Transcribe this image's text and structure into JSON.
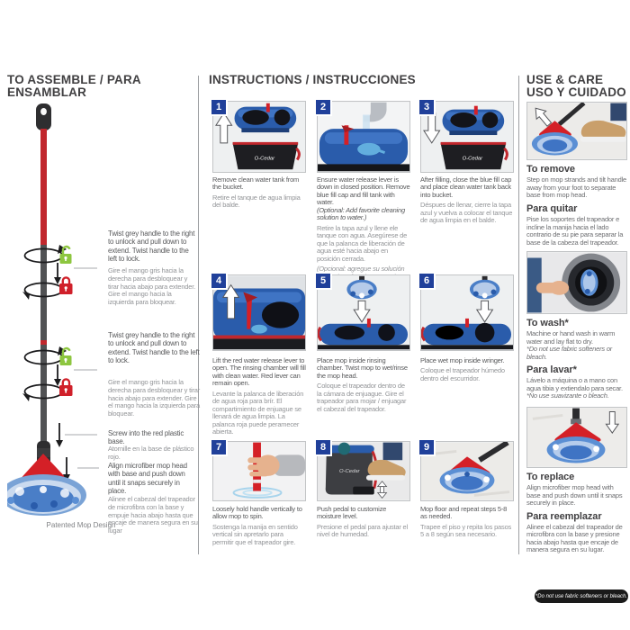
{
  "brand": {
    "logo": "O-Cedar"
  },
  "colors": {
    "accent_red": "#d42027",
    "brand_blue": "#2a5cab",
    "badge_blue": "#20409a",
    "unlock_green": "#8dc63f",
    "lock_red": "#d0202a",
    "text_dark": "#414042",
    "text_gray": "#58595b",
    "text_light": "#939598"
  },
  "icons": {
    "unlock": "open-padlock",
    "lock": "closed-padlock",
    "rotate": "rotation-arrow",
    "up": "up-arrow",
    "down": "down-arrow"
  },
  "assemble": {
    "title": "TO ASSEMBLE / PARA ENSAMBLAR",
    "patent_caption": "Patented Mop Design",
    "notes": [
      {
        "en": "Twist grey handle to the right to unlock and pull down to extend. Twist handle to the left to lock.",
        "es": "Gire el mango gris hacia la derecha para desbloquear y tirar hacia abajo para extender. Gire el mango hacia la izquierda para bloquear."
      },
      {
        "en": "Twist grey handle to the right to unlock and pull down to extend. Twist handle to the left to lock.",
        "es": "Gire el mango gris hacia la derecha para desbloquear y tirar hacia abajo para extender. Gire el mango hacia la izquierda para bloquear."
      },
      {
        "en": "Screw into the red plastic base.",
        "es": "Atornille en la base de plástico rojo."
      },
      {
        "en": "Align microfiber mop head with base and push down until it snaps securely in place.",
        "es": "Alinee el cabezal del trapeador de microfibra con la base y empuje hacia abajo hasta que encaje de manera segura en su lugar"
      }
    ]
  },
  "instructions": {
    "title": "INSTRUCTIONS / INSTRUCCIONES",
    "steps": [
      {
        "num": "1",
        "en": "Remove clean water tank from the bucket.",
        "es": "Retire el tanque de agua limpia del balde."
      },
      {
        "num": "2",
        "en": "Ensure water release lever is down in closed position. Remove blue fill cap and fill tank with water.",
        "en_note": "(Optional: Add favorite cleaning solution to water.)",
        "es": "Retire la tapa azul y llene ele tanque con agua. Asegúrese de que la palanca de liberación de agua esté hacia abajo en posición cerrada.",
        "es_note": "(Opcional: agregue su solución de limpieza favorita a agua.)"
      },
      {
        "num": "3",
        "en": "After filling, close the blue fill cap and place clean water tank back into bucket.",
        "es": "Déspues de llenar, cierre la tapa azul y vuelva a colocar el tanque de agua limpia en el balde."
      },
      {
        "num": "4",
        "en": "Lift the red water release lever to open. The rinsing chamber will fill with clean water. Red lever can remain open.",
        "es": "Levante la palanca de liberación de agua roja para brír. El compartimiento de enjuague se llenará de agua limpia. La palanca roja puede peramecer abierta."
      },
      {
        "num": "5",
        "en": "Place mop inside rinsing chamber. Twist mop to wet/rinse the mop head.",
        "es": "Coloque el trapeador dentro de la cámara de enjuague. Gire el trapeador para mojar / enjuagar el cabezal del trapeador."
      },
      {
        "num": "6",
        "en": "Place wet mop inside wringer.",
        "es": "Coloque el trapeador húmedo dentro del escurridor."
      },
      {
        "num": "7",
        "en": "Loosely hold handle vertically to allow mop to spin.",
        "es": "Sostenga la manija en sentido vertical sin apretarlo para permitir que el trapeador gire."
      },
      {
        "num": "8",
        "en": "Push pedal to customize moisture level.",
        "es": "Presione el pedal para ajustar el nivel de humedad."
      },
      {
        "num": "9",
        "en": "Mop floor and repeat steps 5-8 as needed.",
        "es": "Trapee el piso y repita los pasos 5 a 8 según sea necesario."
      }
    ]
  },
  "usecare": {
    "title_line1": "USE & CARE",
    "title_line2": "USO Y CUIDADO",
    "sections": [
      {
        "en_head": "To remove",
        "en": "Step on mop strands and tilt handle away from your foot to separate base from mop head.",
        "es_head": "Para quitar",
        "es": "Pise los soportes del trapeador e incline la manija hacia el lado contrario de su pie para separar la base de la cabeza del trapeador."
      },
      {
        "en_head": "To wash*",
        "en": "Machine or hand wash in warm water and lay flat to dry.",
        "en_note": "*Do not use fabric softeners or bleach.",
        "es_head": "Para lavar*",
        "es": "Lávelo a máquina o a mano con agua tibia y extiendalo para secar.",
        "es_note": "*No use suavizante o bleach."
      },
      {
        "en_head": "To replace",
        "en": "Align microfiber mop head with base and push down until it snaps securely in place.",
        "es_head": "Para reemplazar",
        "es": "Alinee el cabezal del trapeador de microfibra con la base y presione hacia abajo hasta que encaje de manera segura en su lugar."
      }
    ],
    "footer_note": "*Do not use fabric softeners or bleach."
  }
}
